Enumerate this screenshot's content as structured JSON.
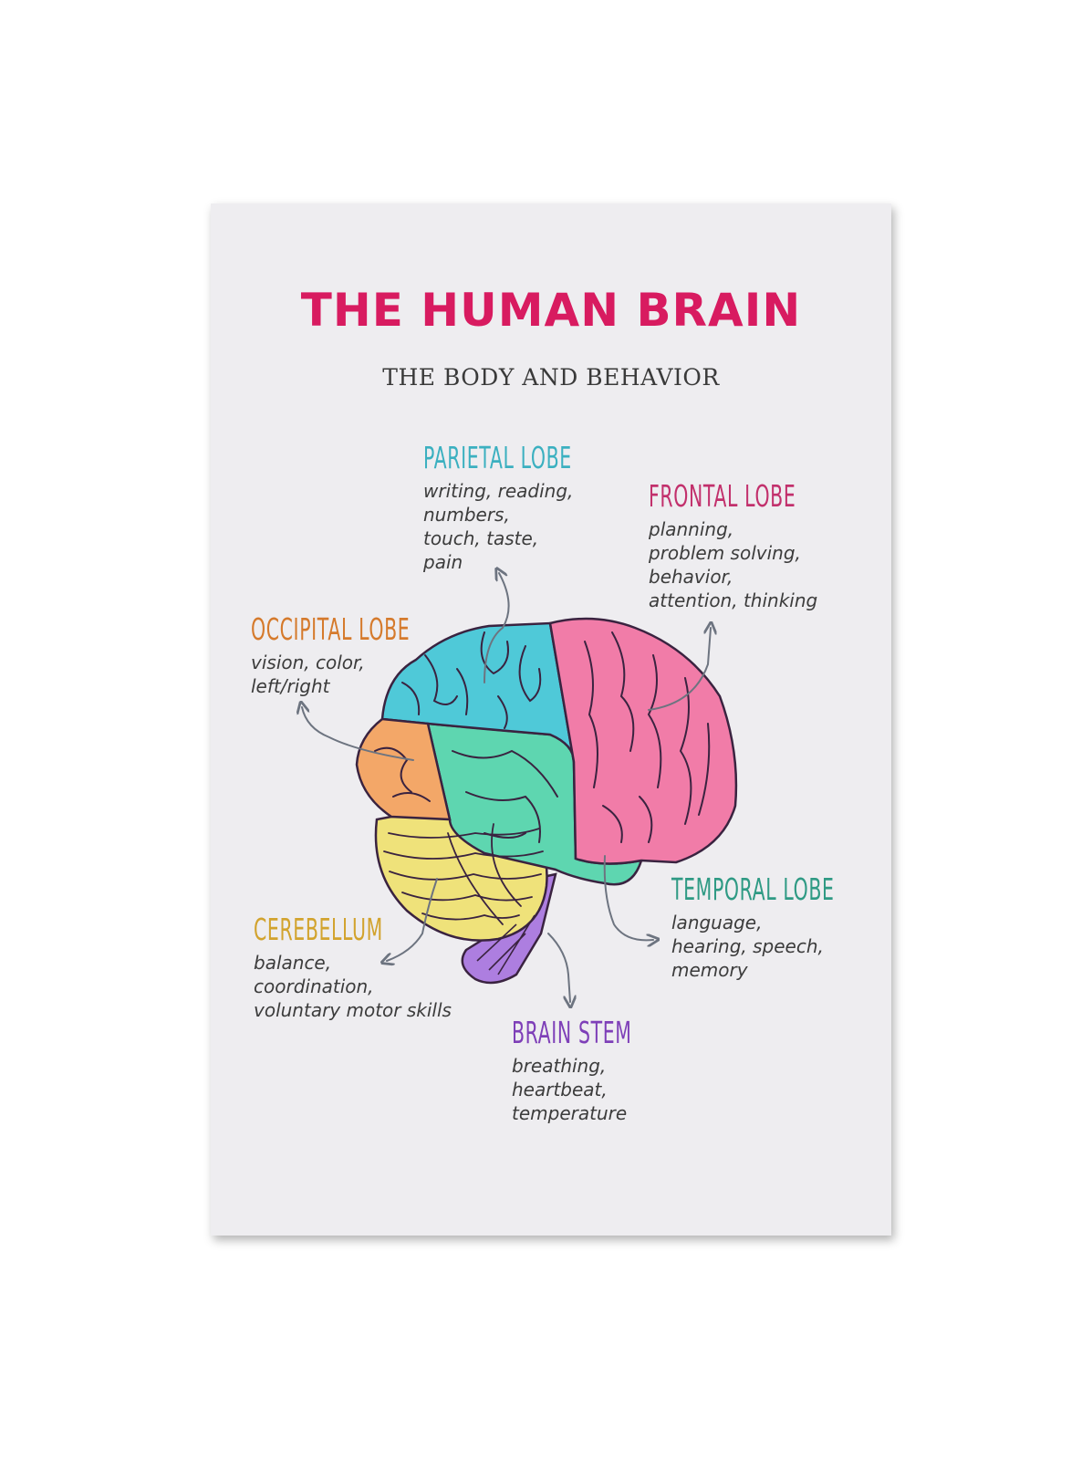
{
  "poster": {
    "title": "THE HUMAN BRAIN",
    "subtitle": "THE BODY AND BEHAVIOR"
  },
  "colors": {
    "title": "#d81b60",
    "parietal": "#4fc9d8",
    "frontal": "#f17ca8",
    "occipital": "#f3a768",
    "temporal": "#5ed6b0",
    "cerebellum": "#efe27a",
    "brain_stem": "#ad7ee0",
    "arrow": "#6d7480"
  },
  "lobes": {
    "parietal": {
      "name": "PARIETAL LOBE",
      "functions": "writing, reading,\nnumbers,\ntouch, taste,\npain",
      "color": "#3bb0c0"
    },
    "frontal": {
      "name": "FRONTAL LOBE",
      "functions": "planning,\nproblem solving,\nbehavior,\nattention, thinking",
      "color": "#c2306c"
    },
    "occipital": {
      "name": "OCCIPITAL LOBE",
      "functions": "vision, color,\nleft/right",
      "color": "#d57a2c"
    },
    "cerebellum": {
      "name": "CEREBELLUM",
      "functions": "balance,\ncoordination,\nvoluntary motor skills",
      "color": "#d2a32e"
    },
    "temporal": {
      "name": "TEMPORAL LOBE",
      "functions": "language,\nhearing, speech,\nmemory",
      "color": "#2f9a84"
    },
    "brain_stem": {
      "name": "BRAIN STEM",
      "functions": "breathing,\nheartbeat,\ntemperature",
      "color": "#7e3fb8"
    }
  }
}
